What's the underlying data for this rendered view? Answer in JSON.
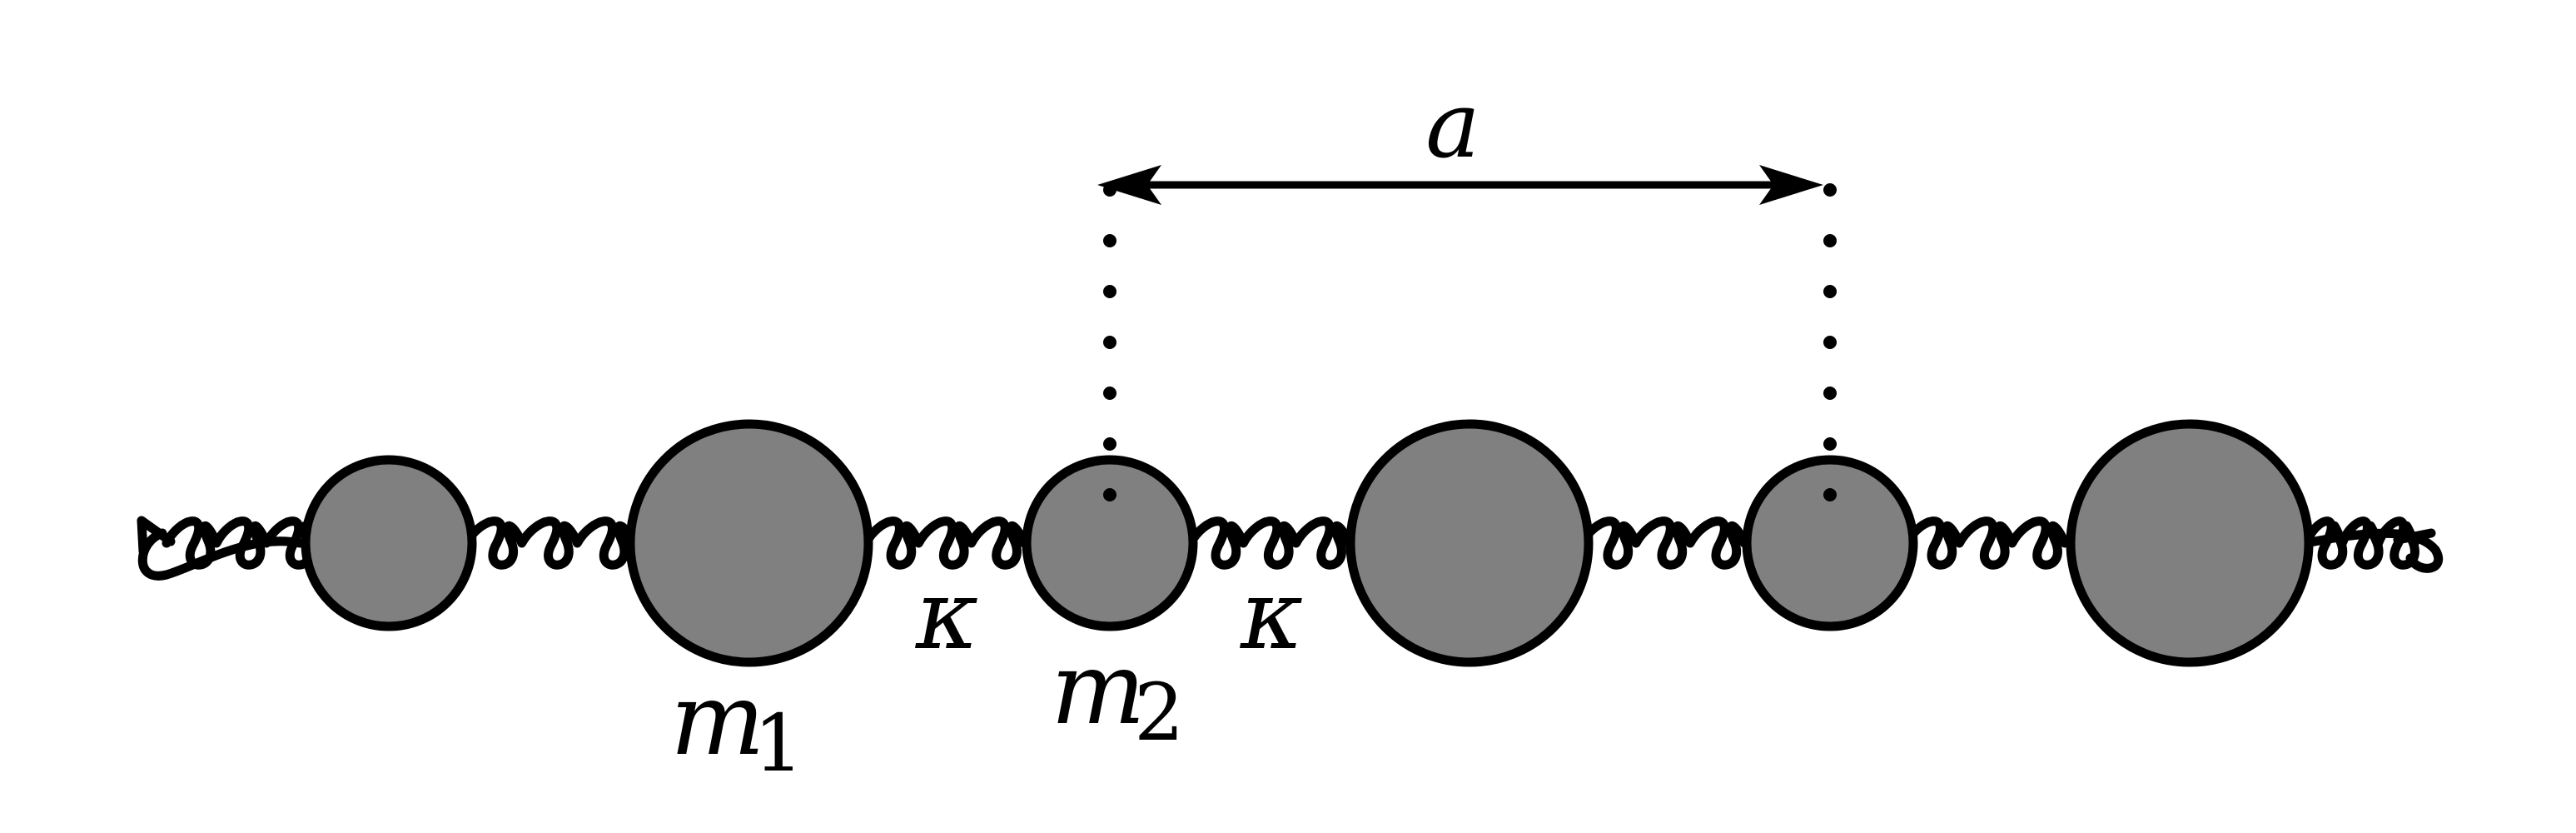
{
  "diagram": {
    "labels": {
      "lattice_constant": "a",
      "mass_1_symbol": "m",
      "mass_1_subscript": "1",
      "mass_2_symbol": "m",
      "mass_2_subscript": "2",
      "spring_constant_1": "κ",
      "spring_constant_2": "κ"
    },
    "colors": {
      "mass_fill": "#808080",
      "stroke": "#000000",
      "background": "#ffffff"
    }
  }
}
